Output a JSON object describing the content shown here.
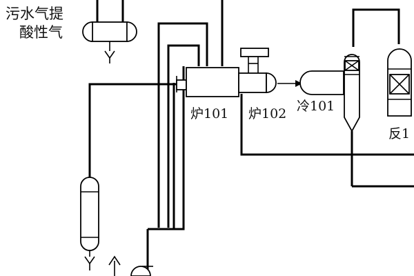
{
  "diagram": {
    "type": "process-flow",
    "labels": {
      "sour_water_stripper_acid_gas_line1": "污水气提",
      "sour_water_stripper_acid_gas_line2": "酸性气",
      "furnace_101": "炉101",
      "furnace_102": "炉102",
      "cooler_101": "冷101",
      "reactor_partial": "反1"
    }
  }
}
